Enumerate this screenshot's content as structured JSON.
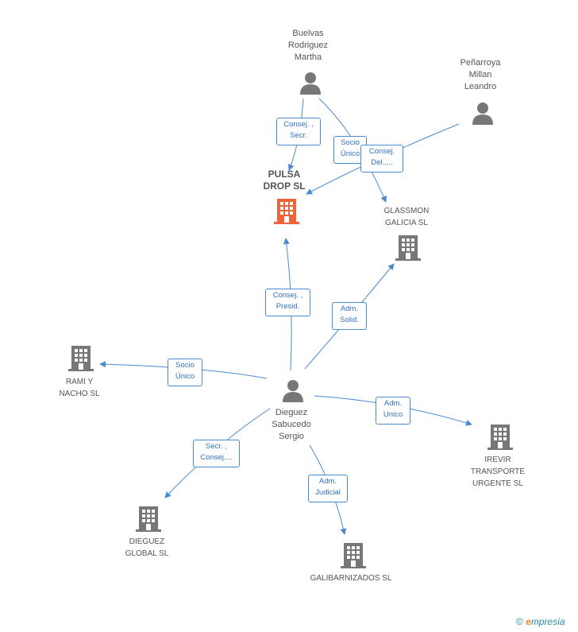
{
  "nodes": {
    "pulsa": {
      "label": "PULSA\nDROP SL",
      "type": "company-main"
    },
    "buelvas": {
      "label": "Buelvas\nRodriguez\nMartha",
      "type": "person"
    },
    "penarroya": {
      "label": "Peñarroya\nMillan\nLeandro",
      "type": "person"
    },
    "glassmon": {
      "label": "GLASSMON\nGALICIA SL",
      "type": "company"
    },
    "dieguez_person": {
      "label": "Dieguez\nSabucedo\nSergio",
      "type": "person"
    },
    "rami": {
      "label": "RAMI Y\nNACHO SL",
      "type": "company"
    },
    "irevir": {
      "label": "IREVIR\nTRANSPORTE\nURGENTE SL",
      "type": "company"
    },
    "dieguez_global": {
      "label": "DIEGUEZ\nGLOBAL SL",
      "type": "company"
    },
    "galibarnizados": {
      "label": "GALIBARNIZADOS SL",
      "type": "company"
    }
  },
  "edges": {
    "e1": "Consej. ,\nSecr.",
    "e2": "Socio\nÚnico",
    "e3": "Consej.\nDel.,...",
    "e4": "Consej. ,\nPresid.",
    "e5": "Adm.\nSolid.",
    "e6": "Socio\nÚnico",
    "e7": "Adm.\nUnico",
    "e8": "Secr. ,\nConsej....",
    "e9": "Adm.\nJudicial"
  },
  "colors": {
    "edge": "#4a8ad0",
    "person": "#777777",
    "company": "#777777",
    "main_company": "#f0643a"
  },
  "footer": {
    "copyright": "©",
    "brand_e": "e",
    "brand_rest": "mpresia"
  }
}
